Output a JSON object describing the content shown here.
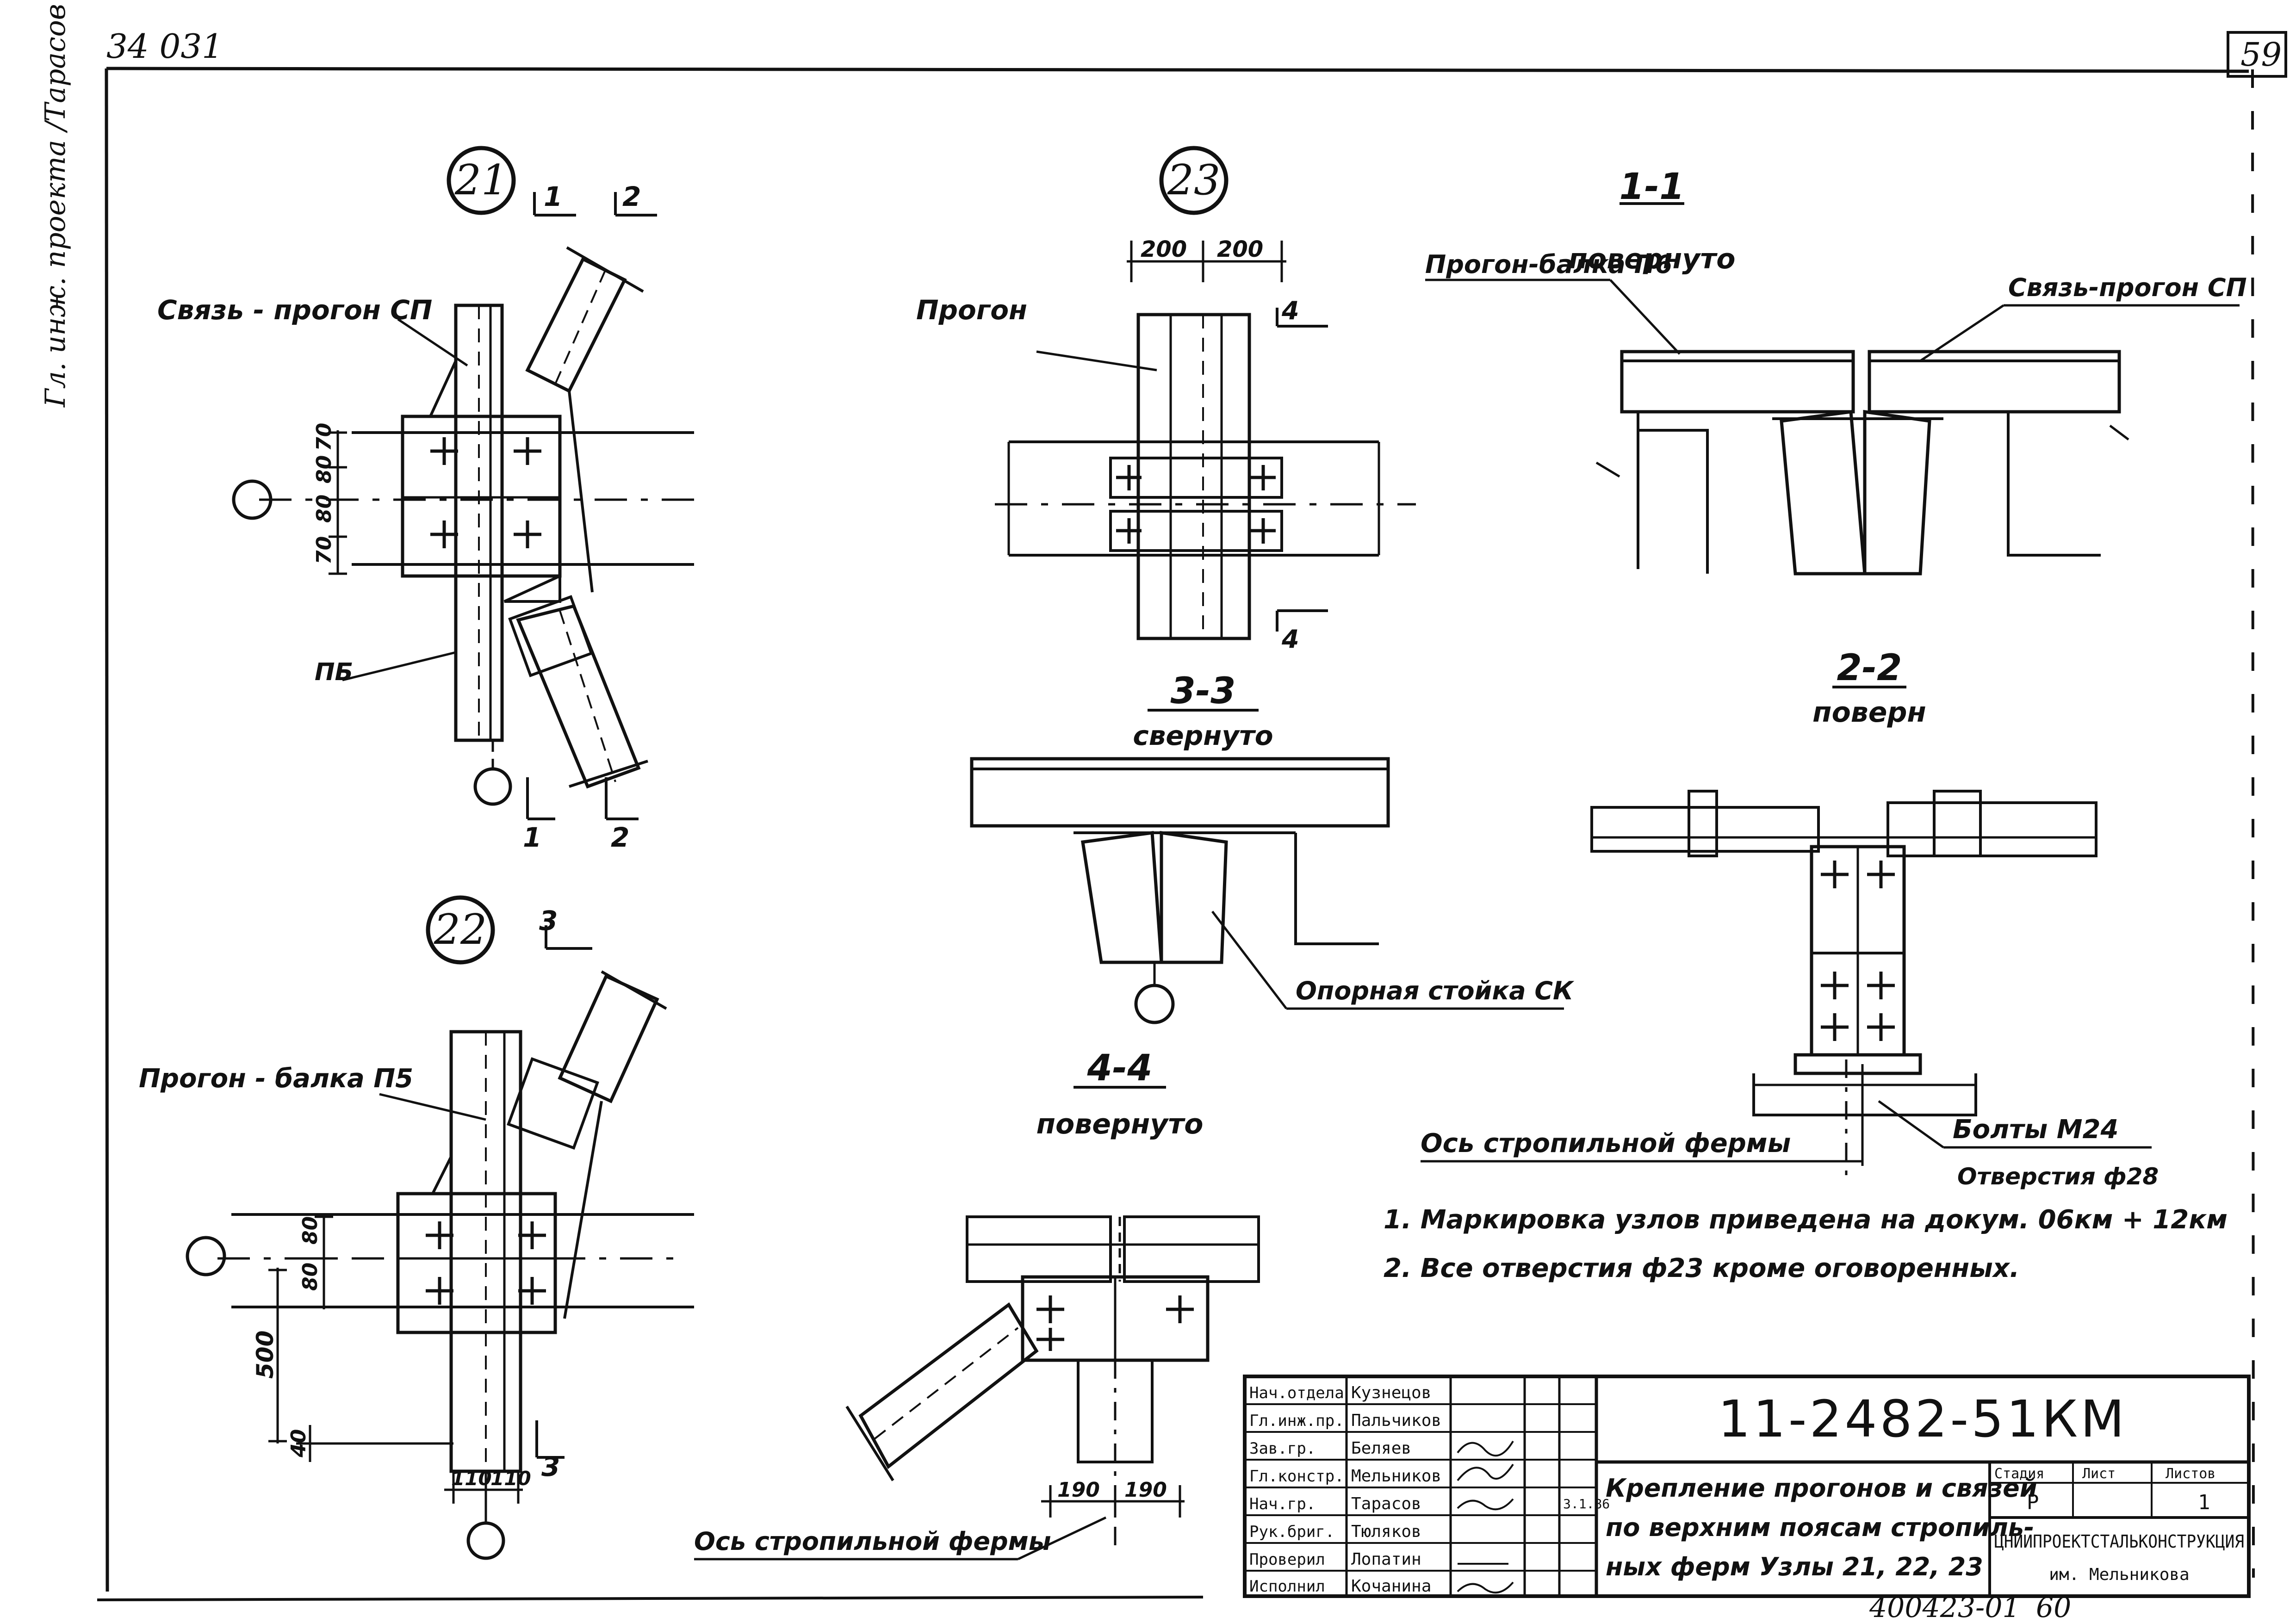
{
  "header": {
    "archive_code": "34 031",
    "sheet_number": "59",
    "vertical_signature": "Гл. инж. проекта /Тарасов С.А./",
    "bottom_code": "400423-01",
    "bottom_page": "60"
  },
  "nodes": {
    "n21": "21",
    "n22": "22",
    "n23": "23"
  },
  "sections": {
    "s1_title": "1-1",
    "s1_sub": "повернуто",
    "s2_title": "2-2",
    "s2_sub": "поверн",
    "s3_title": "3-3",
    "s3_sub": "свернуто",
    "s4_title": "4-4",
    "s4_sub": "повернуто",
    "cut1": "1",
    "cut2": "2",
    "cut3": "3",
    "cut4": "4"
  },
  "labels": {
    "svyaz_progon_sp": "Связь - прогон СП",
    "pb_left": "ПБ",
    "progon_23": "Прогон",
    "progon_balka_p6": "Прогон-балка П6",
    "svyaz_progon_sp_right": "Связь-прогон СП",
    "opornaya_stoyka": "Опорная стойка СК",
    "progon_balka_p5": "Прогон - балка П5",
    "os_fermy_right": "Ось стропильной фермы",
    "os_fermy_bottom": "Ось стропильной фермы",
    "bolty": "Болты М24",
    "otverstiya": "Отверстия ф28"
  },
  "dimensions": {
    "d200a": "200",
    "d200b": "200",
    "d70a": "70",
    "d80": "80",
    "d80b": "80",
    "d70b": "70",
    "d80c": "80",
    "d80d": "80",
    "d500": "500",
    "d40": "40",
    "d110a": "110",
    "d110b": "110",
    "d190a": "190",
    "d190b": "190"
  },
  "notes": {
    "n1": "1. Маркировка узлов приведена на докум. 06км + 12км",
    "n2": "2. Все отверстия ф23 кроме оговоренных."
  },
  "title_block": {
    "doc_code": "11-2482-51КМ",
    "title_l1": "Крепление прогонов и связей",
    "title_l2": "по верхним поясам стропиль-",
    "title_l3": "ных ферм  Узлы 21, 22, 23",
    "stage_header": "Стадия",
    "sheet_header": "Лист",
    "sheets_header": "Листов",
    "stage_val": "Р",
    "sheet_val": "1",
    "org": "ЦНИИПРОЕКТСТАЛЬКОНСТРУКЦИЯ",
    "org_sub": "им. Мельникова",
    "roles": [
      "Нач.отдела",
      "Гл.инж.пр.",
      "Зав.гр.",
      "Гл.констр.",
      "Нач.гр.",
      "Рук.бриг.",
      "Проверил",
      "Исполнил"
    ],
    "names": [
      "Кузнецов",
      "Пальчиков",
      "Беляев",
      "Мельников",
      "Тарасов",
      "Тюляков",
      "Лопатин",
      "Кочанина"
    ],
    "date": "3.1.86"
  }
}
